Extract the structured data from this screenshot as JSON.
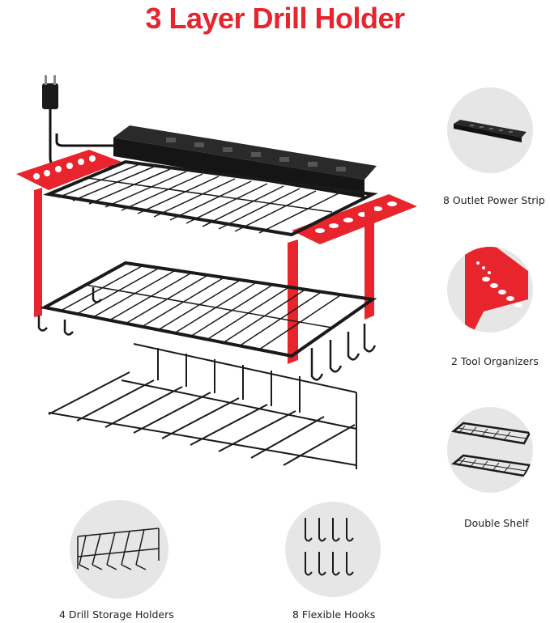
{
  "title": "3 Layer Drill Holder",
  "colors": {
    "accent": "#e8242c",
    "metal": "#1c1c1c",
    "circle_bg": "#e6e6e6"
  },
  "features": {
    "power_strip": {
      "label": "8 Outlet Power Strip",
      "icon": "power-strip-icon"
    },
    "tool_organizers": {
      "label": "2 Tool Organizers",
      "icon": "tool-organizer-icon"
    },
    "double_shelf": {
      "label": "Double Shelf",
      "icon": "wire-shelf-icon"
    },
    "drill_holders": {
      "label": "4 Drill Storage Holders",
      "icon": "drill-holder-rack-icon"
    },
    "hooks": {
      "label": "8 Flexible Hooks",
      "icon": "hook-icon"
    }
  }
}
